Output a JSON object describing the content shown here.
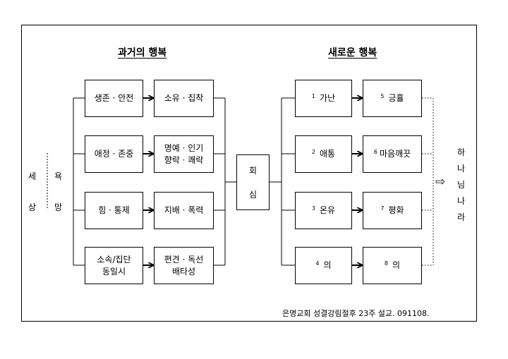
{
  "past_title": "과거의 행복",
  "new_title": "새로운 행복",
  "left_side": {
    "col1": [
      "세",
      "상"
    ],
    "col2": [
      "욕",
      "망"
    ]
  },
  "past_rows": [
    {
      "left": [
        "생존 · 안전"
      ],
      "right": [
        "소유 · 집착"
      ]
    },
    {
      "left": [
        "애정 · 존중"
      ],
      "right": [
        "명예 · 인기",
        "향락 · 쾌락"
      ]
    },
    {
      "left": [
        "힘 · 통제"
      ],
      "right": [
        "지배 · 폭력"
      ]
    },
    {
      "left": [
        "소속/집단",
        "동일시"
      ],
      "right": [
        "편견 · 독선",
        "배타성"
      ]
    }
  ],
  "center": [
    "회",
    "심"
  ],
  "new_rows": [
    {
      "n1": "1",
      "t1": "가난",
      "n2": "5",
      "t2": "긍휼"
    },
    {
      "n1": "2",
      "t1": "애통",
      "n2": "6",
      "t2": "마음깨끗"
    },
    {
      "n1": "3",
      "t1": "온유",
      "n2": "7",
      "t2": "평화"
    },
    {
      "n1": "4",
      "t1": "의",
      "n2": "8",
      "t2": "의"
    }
  ],
  "kingdom": [
    "하",
    "나",
    "님",
    "나",
    "라"
  ],
  "arrow": "⇨",
  "footer": "은명교회 성결강림절후 23주 설교. 091108."
}
